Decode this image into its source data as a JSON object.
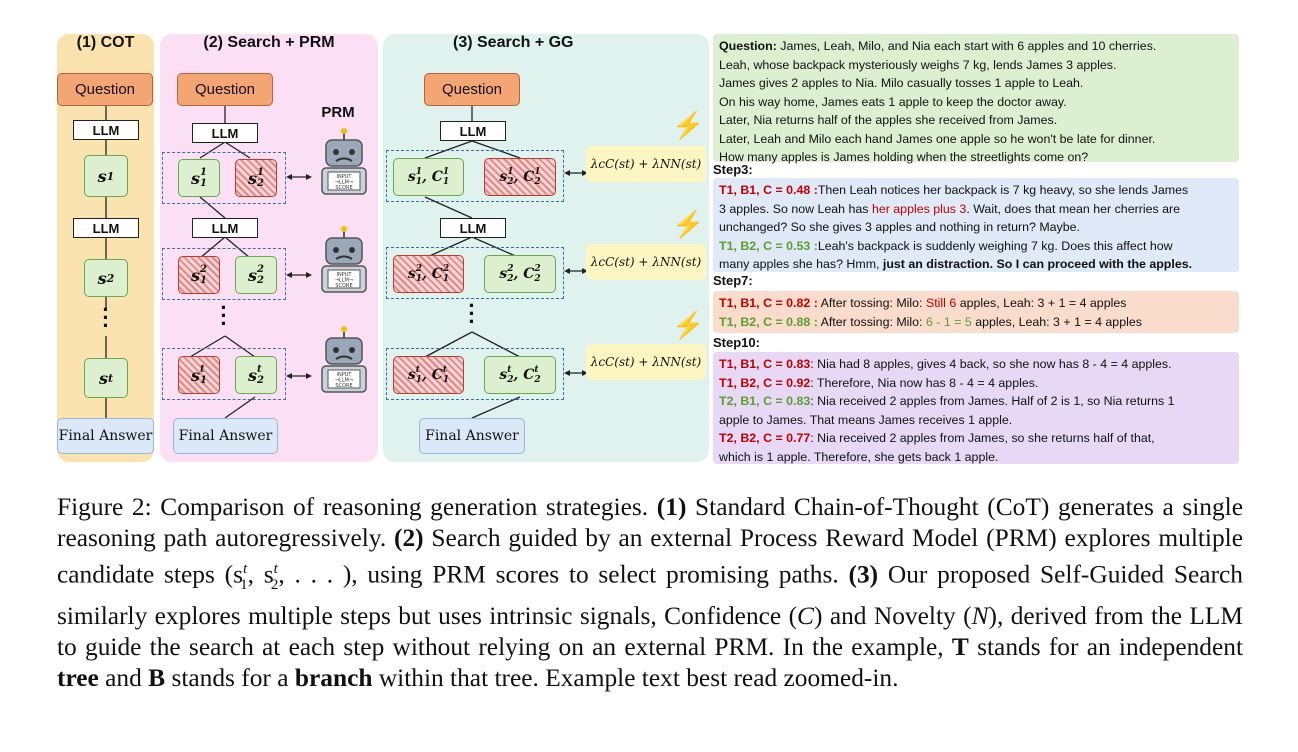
{
  "panels": {
    "cot": {
      "title": "(1) COT",
      "color": "#fbe3b0"
    },
    "prm": {
      "title": "(2) Search + PRM",
      "color": "#fbe0f5",
      "prm_label": "PRM"
    },
    "gg": {
      "title": "(3) Search + GG",
      "color": "#dff2ee"
    }
  },
  "nodes": {
    "question": "Question",
    "llm": "LLM",
    "final_answer": "Final Answer",
    "robot_screen": "INPUT →LLM→ SCORE"
  },
  "cot_steps": [
    "s",
    "s",
    "s"
  ],
  "cot_sups": [
    "1",
    "2",
    "t"
  ],
  "prm_rows": [
    {
      "a": "s",
      "a_sup": "1",
      "a_sub": "1",
      "b": "s",
      "b_sup": "1",
      "b_sub": "2"
    },
    {
      "a": "s",
      "a_sup": "2",
      "a_sub": "1",
      "b": "s",
      "b_sup": "2",
      "b_sub": "2"
    },
    {
      "a": "s",
      "a_sup": "t",
      "a_sub": "1",
      "b": "s",
      "b_sup": "t",
      "b_sub": "2"
    }
  ],
  "gg_rows": [
    {
      "a_sup": "1",
      "b_sup": "1"
    },
    {
      "a_sup": "2",
      "b_sup": "2"
    },
    {
      "a_sup": "t",
      "b_sup": "t"
    }
  ],
  "formula": "λcC(st) + λNN(st)",
  "example": {
    "question_label": "Question:",
    "question_lines": [
      "James, Leah, Milo, and Nia each start with 6 apples and 10 cherries.",
      "Leah, whose backpack mysteriously weighs 7 kg, lends James 3 apples.",
      "James gives 2 apples to Nia. Milo casually tosses 1 apple to Leah.",
      "On his way home, James eats 1 apple to keep the doctor away.",
      "Later, Nia returns half of the apples she received from James.",
      "Later, Leah and Milo each hand James one apple so he won't be late for dinner.",
      "How many apples is James holding when the streetlights come on?"
    ],
    "step3_label": "Step3:",
    "step3": {
      "t1_tag": "T1, B1, C = 0.48 :",
      "t1_text_a": "Then Leah notices her backpack is 7 kg heavy, so she lends James",
      "t1_text_b": "3 apples. So now Leah has ",
      "t1_red": "her apples plus 3",
      "t1_text_c": ". Wait, does that mean her cherries are",
      "t1_text_d": "unchanged? So she gives 3 apples and nothing in return? Maybe.",
      "t2_tag": "T1, B2, C = 0.53 :",
      "t2_text_a": "Leah's backpack is suddenly weighing 7 kg. Does this affect how",
      "t2_text_b": "many apples she has? Hmm, ",
      "t2_bold": "just an distraction. So I can proceed with the apples."
    },
    "step7_label": "Step7:",
    "step7": {
      "r1_tag": "T1, B1, C = 0.82 :",
      "r1_a": " After tossing: Milo: ",
      "r1_red": "Still 6",
      "r1_b": " apples, Leah: 3 + 1 = 4 apples",
      "r2_tag": "T1, B2, C = 0.88 :",
      "r2_a": " After tossing: Milo: ",
      "r2_grn": "6 - 1 = 5",
      "r2_b": " apples, Leah: 3 + 1 = 4 apples"
    },
    "step10_label": "Step10:",
    "step10": {
      "l1_tag": "T1, B1, C = 0.83",
      "l1": ": Nia had 8 apples, gives 4 back, so she now has 8 - 4 = 4 apples.",
      "l2_tag": "T1, B2, C = 0.92",
      "l2": ": Therefore, Nia now has 8 - 4 = 4 apples.",
      "l3_tag": "T2, B1, C = 0.83",
      "l3a": ": Nia received 2 apples from James. Half of 2 is 1, so Nia returns 1",
      "l3b": "apple to James. That means  James receives 1 apple.",
      "l4_tag": "T2, B2, C = 0.77",
      "l4a": ": Nia received 2 apples from James, so she returns half of that,",
      "l4b": "which is 1 apple. Therefore, she gets back 1 apple."
    }
  },
  "caption": {
    "lead": "Figure 2: Comparison of reasoning generation strategies. ",
    "n1": "(1)",
    "p1": " Standard Chain-of-Thought (CoT) generates a single reasoning path autoregressively. ",
    "n2": "(2)",
    "p2": " Search guided by an external Process Reward Model (PRM) explores multiple candidate steps (s",
    "p2b": ", s",
    "p2c": ", . . . ), using PRM scores to select promising paths. ",
    "n3": "(3)",
    "p3": " Our proposed Self-Guided Search similarly explores multiple steps but uses intrinsic signals, Confidence (",
    "conf": "C",
    "p3b": ") and Novelty (",
    "nov": "N",
    "p3c": "), derived from the LLM to guide the search at each step without relying on an external PRM. In the example, ",
    "T": "T",
    "p4": " stands for an independent ",
    "tree": "tree",
    "p5": " and ",
    "B": "B",
    "p6": " stands for a ",
    "branch": "branch",
    "p7": " within that tree. Example text best read zoomed-in.",
    "sup_t": "t",
    "sub_1": "1",
    "sub_2": "2"
  }
}
